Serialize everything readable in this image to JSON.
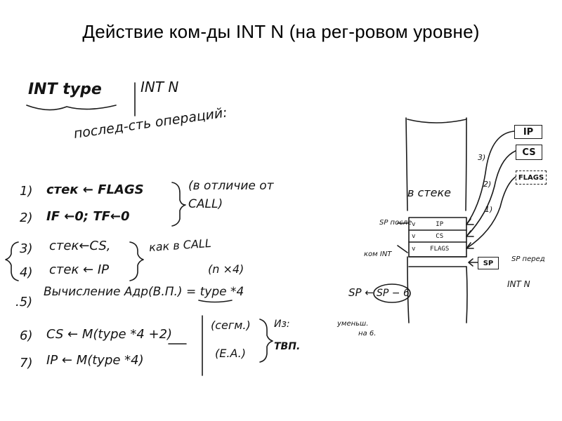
{
  "slide": {
    "title": "Действие ком-ды INT N (на рег-ровом уровне)"
  },
  "notes": {
    "header_left": "INT type",
    "header_right": "INT N",
    "sequence_label": "послед-сть операций:",
    "steps": [
      {
        "num": "1)",
        "text": "стек ← FLAGS"
      },
      {
        "num": "2)",
        "text": "IF ←0; TF←0"
      },
      {
        "num": "3)",
        "text": "стек←CS,"
      },
      {
        "num": "4)",
        "text": "стек ← IP"
      },
      {
        "num": ".5)",
        "text": "Вычисление Адр(В.П.) = type *4"
      },
      {
        "num": "6)",
        "text": "CS ← M(type *4 +2)"
      },
      {
        "num": "7)",
        "text": "IP ← M(type *4)"
      }
    ],
    "unlike_call": "(в отличие от CALL)",
    "like_call": "как в CALL",
    "n_times_4": "(n ×4)",
    "segm": "(сегм.)",
    "ea": "(E.A.)",
    "from": "Из:",
    "tvp": "ТВП."
  },
  "diagram": {
    "stack_label": "в стеке",
    "reg_ip": "IP",
    "reg_cs": "CS",
    "reg_flags": "FLAGS",
    "arrow_3": "3)",
    "arrow_2": "2)",
    "arrow_1": "1)",
    "cell_ip": "IP",
    "cell_cs": "CS",
    "cell_flags": "FLAGS",
    "label_sp_posle": "SP после",
    "label_kom_int": "ком INT",
    "sp_box": "SP",
    "sp_before": "SP перед",
    "sp_before_2": "INT N",
    "sp_formula_left": "SP ←",
    "sp_formula": "SP − 6",
    "decrease": "уменьш.",
    "decrease_2": "на 6."
  }
}
